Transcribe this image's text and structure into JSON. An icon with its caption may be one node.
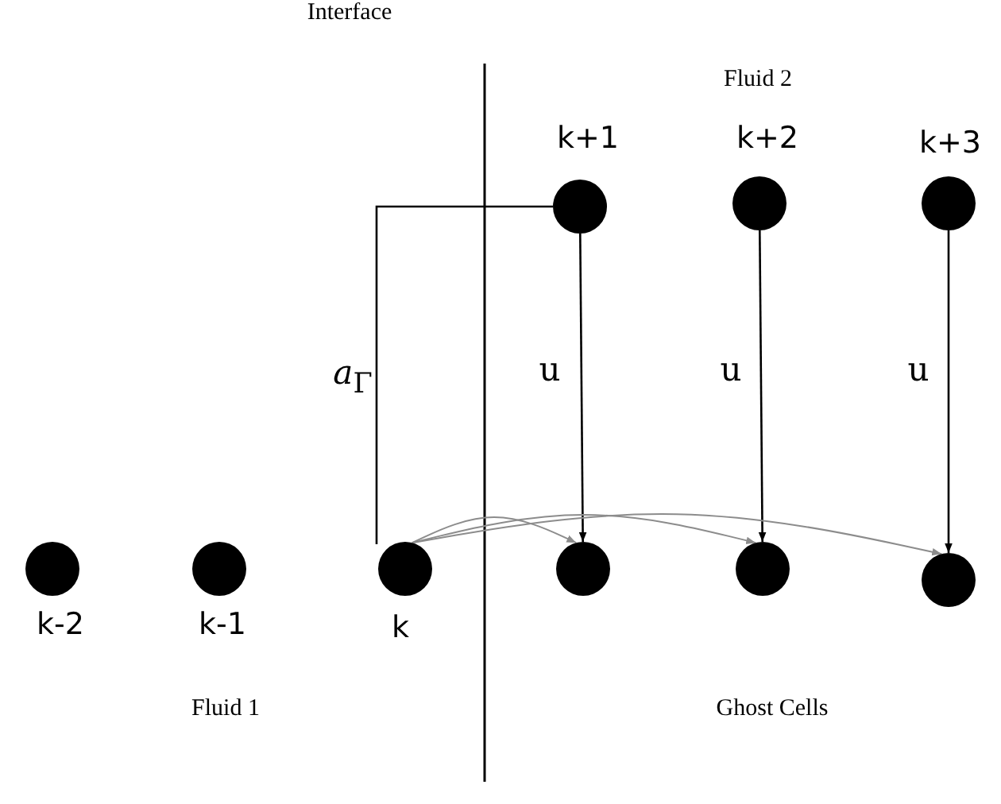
{
  "diagram": {
    "nodes": [
      {
        "text": [],
        "shape": "circle",
        "beside": [
          "k+1"
        ]
      },
      {
        "text": [],
        "shape": "circle",
        "beside": [
          "k+2"
        ]
      },
      {
        "text": [],
        "shape": "circle",
        "beside": [
          "k+3"
        ]
      },
      {
        "text": [],
        "shape": "circle",
        "beside": [
          "k-2"
        ]
      },
      {
        "text": [],
        "shape": "circle",
        "beside": [
          "k-1"
        ]
      },
      {
        "text": [],
        "shape": "circle",
        "beside": [
          "k"
        ]
      },
      {
        "text": [],
        "shape": "circle"
      },
      {
        "text": [],
        "shape": "circle"
      },
      {
        "text": [],
        "shape": "circle"
      }
    ],
    "edges": [
      {
        "from": 0,
        "to": 5,
        "arrow": "none",
        "label": "*a*$_{Γ}$"
      },
      {
        "from": 0,
        "to": 6,
        "arrow": "to",
        "label": "u"
      },
      {
        "from": 1,
        "to": 7,
        "arrow": "to",
        "label": "u"
      },
      {
        "from": 2,
        "to": 8,
        "arrow": "to",
        "label": "u"
      },
      {
        "from": 5,
        "to": 6,
        "arrow": "to",
        "color": "#8c8c8c"
      },
      {
        "from": 5,
        "to": 7,
        "arrow": "to",
        "color": "#8c8c8c"
      },
      {
        "from": 5,
        "to": 8,
        "arrow": "to",
        "color": "#8c8c8c"
      }
    ],
    "labels": [
      "Interface",
      "Fluid 2",
      "Fluid 1",
      "Ghost Cells"
    ]
  }
}
